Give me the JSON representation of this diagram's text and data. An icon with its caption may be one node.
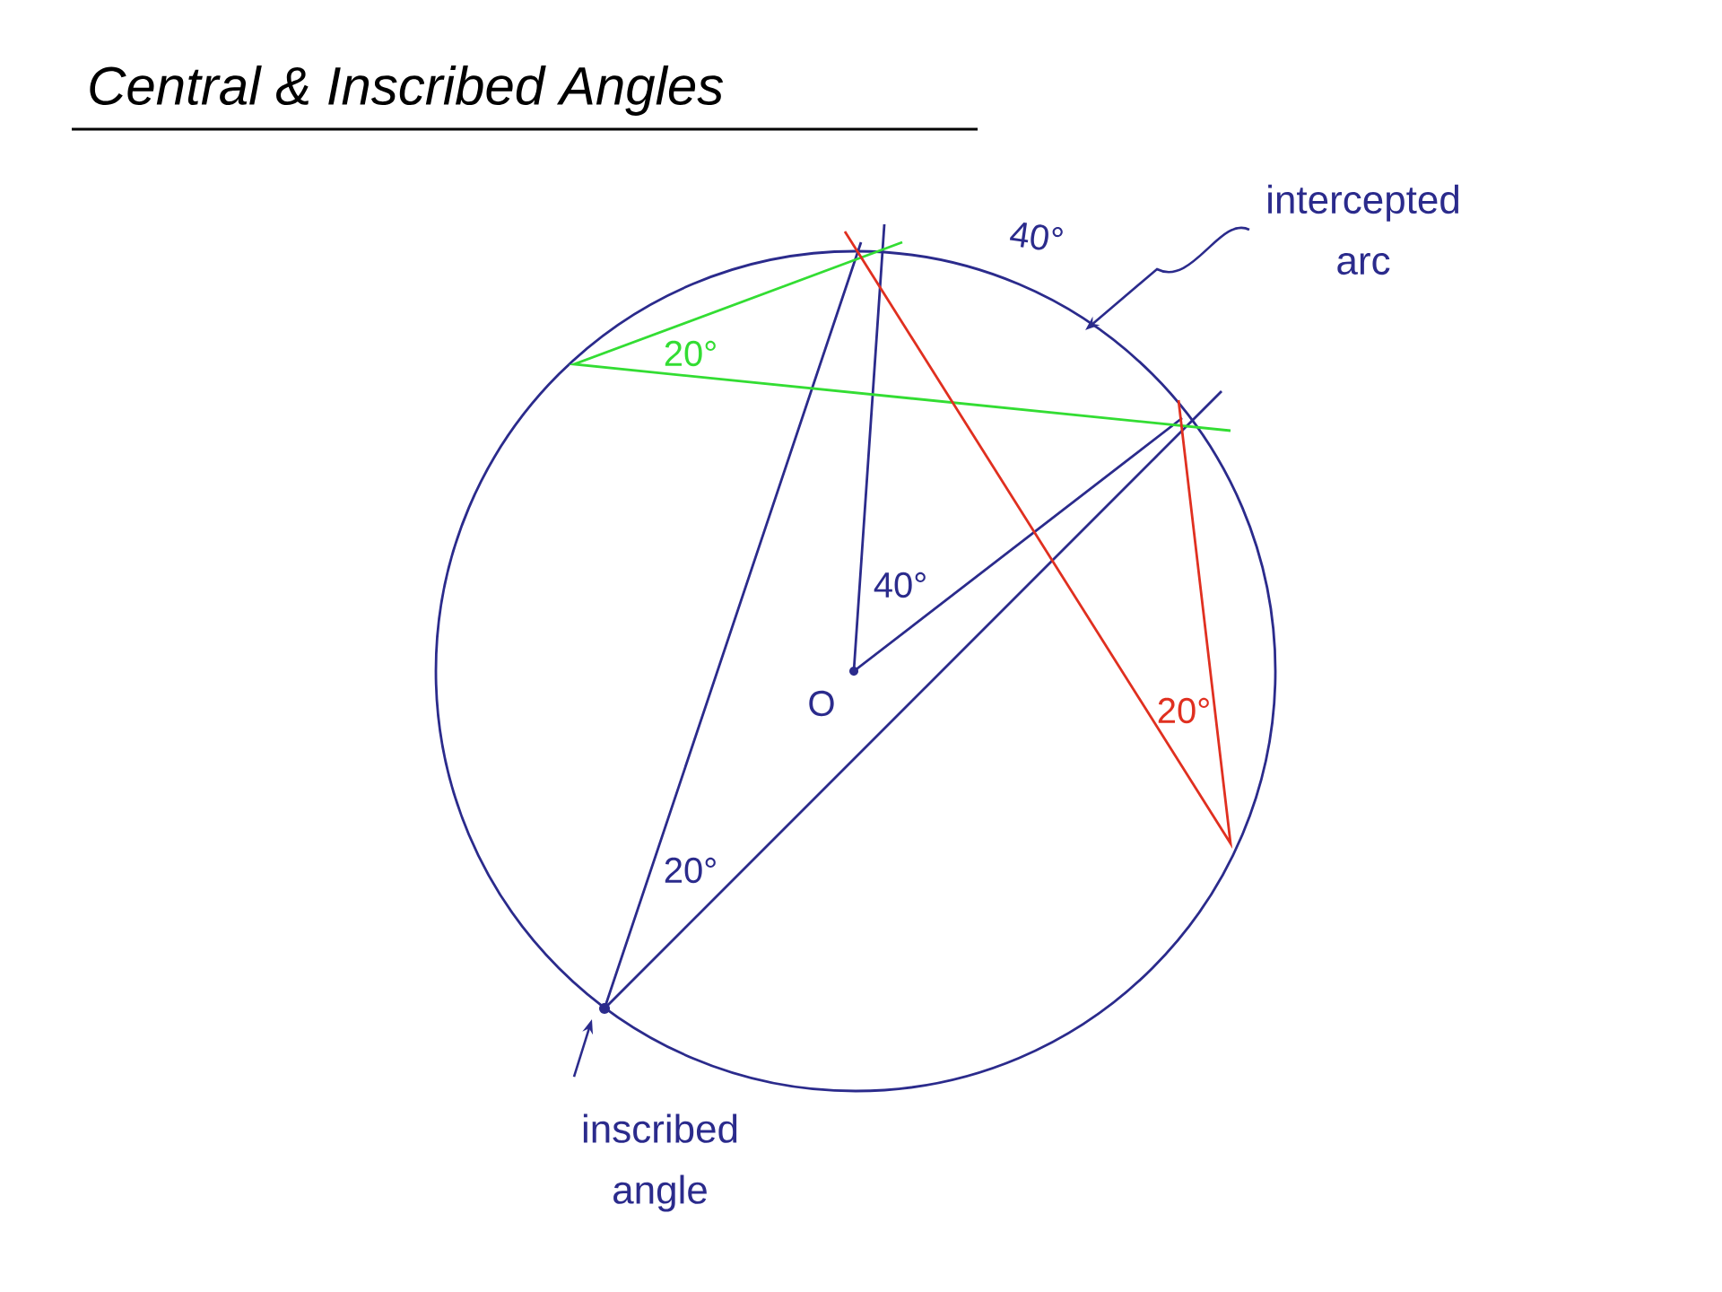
{
  "diagram": {
    "title": "Central & Inscribed Angles",
    "nodes": [
      {
        "text": [
          "intercepted arc"
        ]
      },
      {
        "text": [
          "inscribed angle"
        ]
      }
    ],
    "edges": [
      {
        "from": 0,
        "to": null,
        "arrow": "to"
      },
      {
        "from": 1,
        "to": null,
        "arrow": "to"
      }
    ],
    "labels": [
      "40°",
      "20°",
      "40°",
      "O",
      "20°",
      "20°"
    ]
  }
}
